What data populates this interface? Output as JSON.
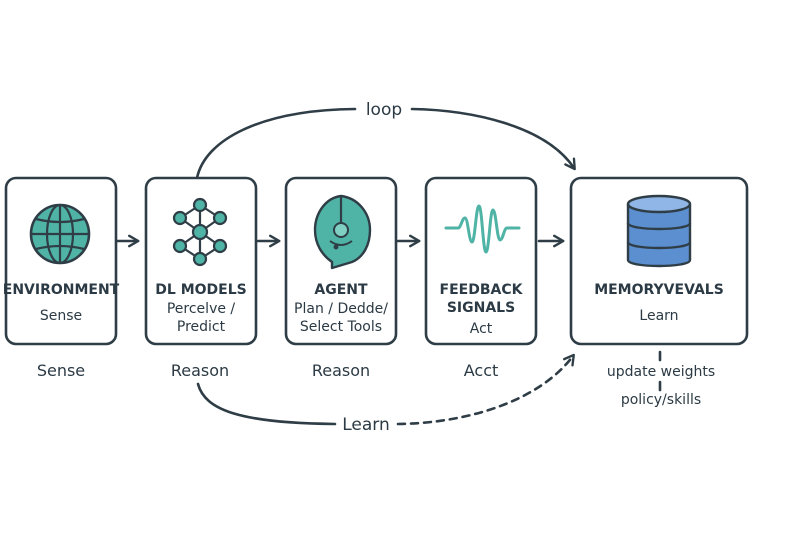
{
  "colors": {
    "stroke": "#2f3d46",
    "teal": "#4fb3a5",
    "teal_light": "#7fcfc3",
    "blue": "#5b8fd0",
    "blue_light": "#8fb6e6",
    "text": "#2b3a44"
  },
  "nodes": [
    {
      "id": "environment",
      "icon": "globe-icon",
      "title": "ENVIRONMENT",
      "sub": [
        "Sense"
      ],
      "under": "Sense"
    },
    {
      "id": "dl-models",
      "icon": "neural-network-icon",
      "title": "DL MODELS",
      "sub": [
        "Percelve /",
        "Predict"
      ],
      "under": "Reason"
    },
    {
      "id": "agent",
      "icon": "agent-head-icon",
      "title": "AGENT",
      "sub": [
        "Plan / Dedde/",
        "Select Tools"
      ],
      "under": "Reason"
    },
    {
      "id": "feedback",
      "icon": "signal-wave-icon",
      "title": "FEEDBACK",
      "title2": "SIGNALS",
      "sub": [
        "Act"
      ],
      "under": "Acct"
    },
    {
      "id": "memory",
      "icon": "database-icon",
      "title": "MEMORYVEVALS",
      "sub": [
        "Learn"
      ],
      "notes": [
        "update weights",
        "policy/skills"
      ]
    }
  ],
  "loop_label": "loop",
  "learn_label": "Learn"
}
